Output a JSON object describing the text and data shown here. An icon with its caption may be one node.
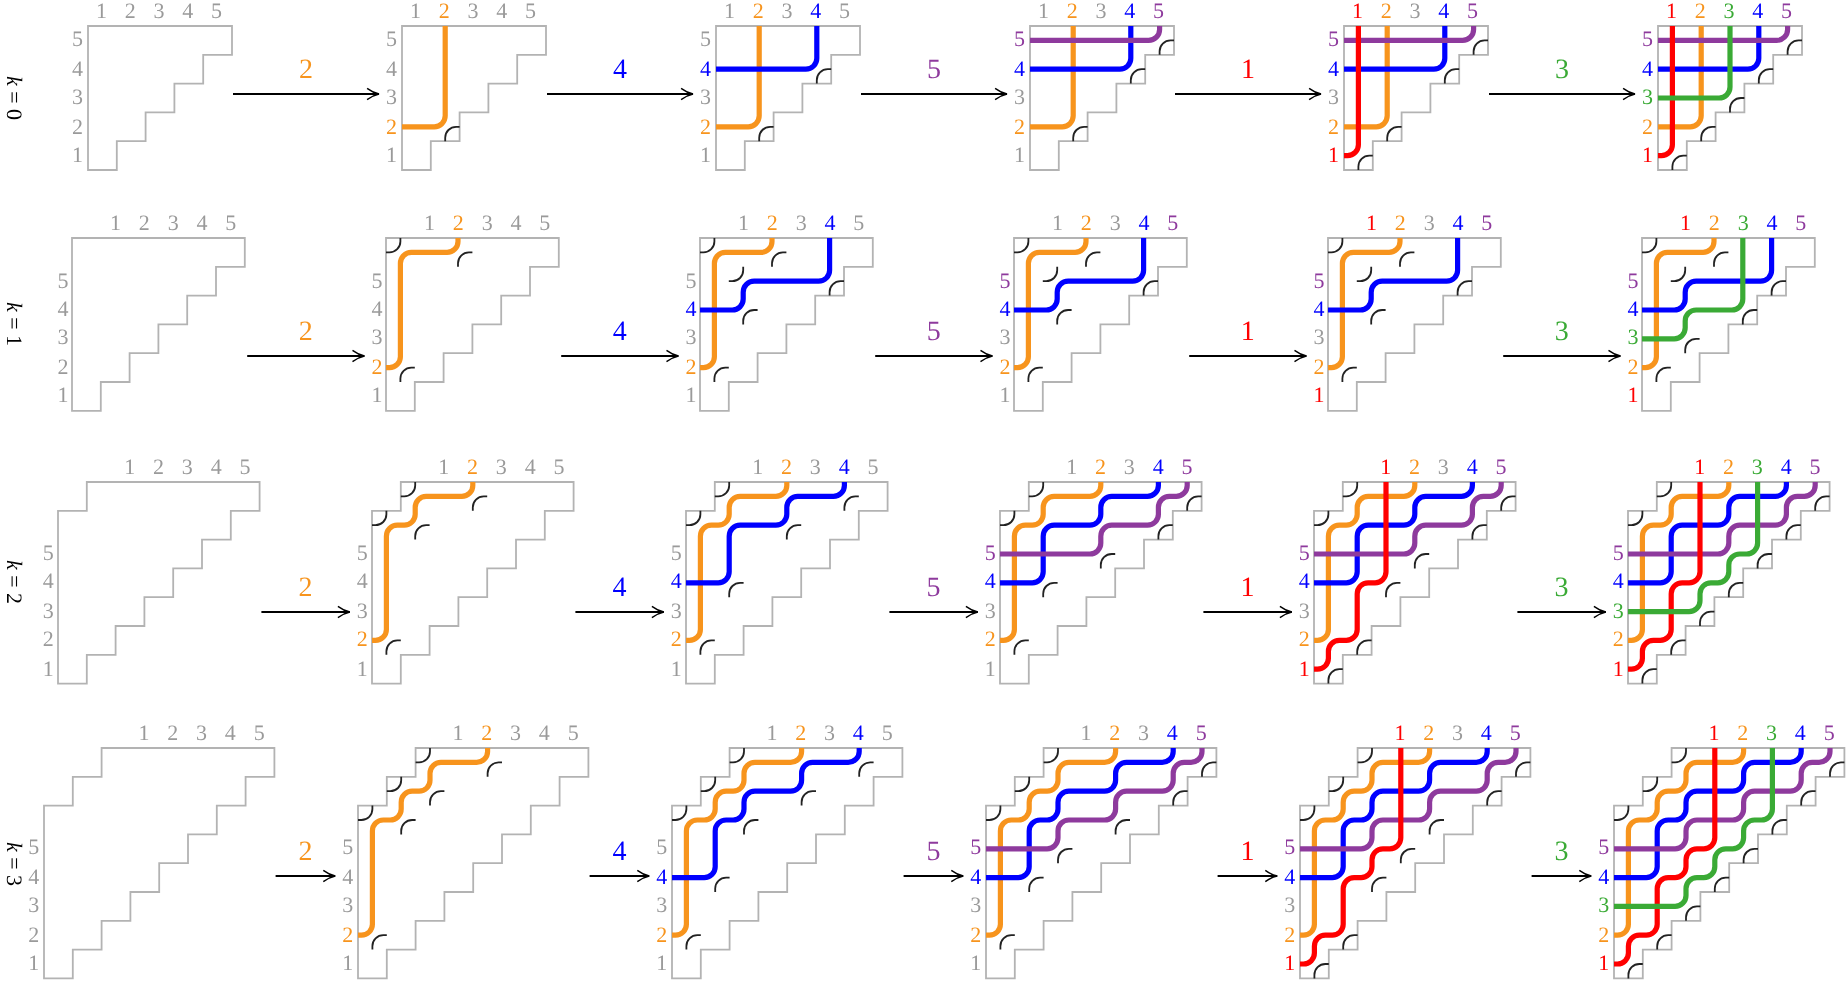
{
  "diagram": {
    "nodes": [
      {
        "text": [
          "1",
          "2",
          "3",
          "4",
          "5",
          "5",
          "4",
          "3",
          "2",
          "1"
        ]
      },
      {
        "text": [
          "1",
          "2",
          "3",
          "4",
          "5",
          "5",
          "4",
          "3",
          "2",
          "1"
        ]
      },
      {
        "text": [
          "1",
          "2",
          "3",
          "4",
          "5",
          "5",
          "4",
          "3",
          "2",
          "1"
        ]
      },
      {
        "text": [
          "1",
          "2",
          "3",
          "4",
          "5",
          "5",
          "4",
          "3",
          "2",
          "1"
        ]
      },
      {
        "text": [
          "1",
          "2",
          "3",
          "4",
          "5",
          "5",
          "4",
          "3",
          "2",
          "1"
        ]
      },
      {
        "text": [
          "1",
          "2",
          "3",
          "4",
          "5",
          "5",
          "4",
          "3",
          "2",
          "1"
        ]
      },
      {
        "text": [
          "1",
          "2",
          "3",
          "4",
          "5",
          "5",
          "4",
          "3",
          "2",
          "1"
        ]
      },
      {
        "text": [
          "1",
          "2",
          "3",
          "4",
          "5",
          "5",
          "4",
          "3",
          "2",
          "1"
        ]
      },
      {
        "text": [
          "1",
          "2",
          "3",
          "4",
          "5",
          "5",
          "4",
          "3",
          "2",
          "1"
        ]
      },
      {
        "text": [
          "1",
          "2",
          "3",
          "4",
          "5",
          "5",
          "4",
          "3",
          "2",
          "1"
        ]
      },
      {
        "text": [
          "1",
          "2",
          "3",
          "4",
          "5",
          "5",
          "4",
          "3",
          "2",
          "1"
        ]
      },
      {
        "text": [
          "1",
          "2",
          "3",
          "4",
          "5",
          "5",
          "4",
          "3",
          "2",
          "1"
        ]
      },
      {
        "text": [
          "1",
          "2",
          "3",
          "4",
          "5",
          "5",
          "4",
          "3",
          "2",
          "1"
        ]
      },
      {
        "text": [
          "1",
          "2",
          "3",
          "4",
          "5",
          "5",
          "4",
          "3",
          "2",
          "1"
        ]
      },
      {
        "text": [
          "1",
          "2",
          "3",
          "4",
          "5",
          "5",
          "4",
          "3",
          "2",
          "1"
        ]
      },
      {
        "text": [
          "1",
          "2",
          "3",
          "4",
          "5",
          "5",
          "4",
          "3",
          "2",
          "1"
        ]
      },
      {
        "text": [
          "1",
          "2",
          "3",
          "4",
          "5",
          "5",
          "4",
          "3",
          "2",
          "1"
        ]
      },
      {
        "text": [
          "1",
          "2",
          "3",
          "4",
          "5",
          "5",
          "4",
          "3",
          "2",
          "1"
        ]
      },
      {
        "text": [
          "1",
          "2",
          "3",
          "4",
          "5",
          "5",
          "4",
          "3",
          "2",
          "1"
        ]
      },
      {
        "text": [
          "1",
          "2",
          "3",
          "4",
          "5",
          "5",
          "4",
          "3",
          "2",
          "1"
        ]
      },
      {
        "text": [
          "1",
          "2",
          "3",
          "4",
          "5",
          "5",
          "4",
          "3",
          "2",
          "1"
        ]
      },
      {
        "text": [
          "1",
          "2",
          "3",
          "4",
          "5",
          "5",
          "4",
          "3",
          "2",
          "1"
        ]
      },
      {
        "text": [
          "1",
          "2",
          "3",
          "4",
          "5",
          "5",
          "4",
          "3",
          "2",
          "1"
        ]
      },
      {
        "text": [
          "1",
          "2",
          "3",
          "4",
          "5",
          "5",
          "4",
          "3",
          "2",
          "1"
        ]
      }
    ],
    "edges": [
      {
        "from": 0,
        "to": 1,
        "arrow": "to",
        "label": "2"
      },
      {
        "from": 1,
        "to": 2,
        "arrow": "to",
        "label": "4"
      },
      {
        "from": 2,
        "to": 3,
        "arrow": "to",
        "label": "5"
      },
      {
        "from": 3,
        "to": 4,
        "arrow": "to",
        "label": "1"
      },
      {
        "from": 4,
        "to": 5,
        "arrow": "to",
        "label": "3"
      },
      {
        "from": 6,
        "to": 7,
        "arrow": "to",
        "label": "2"
      },
      {
        "from": 7,
        "to": 8,
        "arrow": "to",
        "label": "4"
      },
      {
        "from": 8,
        "to": 9,
        "arrow": "to",
        "label": "5"
      },
      {
        "from": 9,
        "to": 10,
        "arrow": "to",
        "label": "1"
      },
      {
        "from": 10,
        "to": 11,
        "arrow": "to",
        "label": "3"
      },
      {
        "from": 12,
        "to": 13,
        "arrow": "to",
        "label": "2"
      },
      {
        "from": 13,
        "to": 14,
        "arrow": "to",
        "label": "4"
      },
      {
        "from": 14,
        "to": 15,
        "arrow": "to",
        "label": "5"
      },
      {
        "from": 15,
        "to": 16,
        "arrow": "to",
        "label": "1"
      },
      {
        "from": 16,
        "to": 17,
        "arrow": "to",
        "label": "3"
      },
      {
        "from": 18,
        "to": 19,
        "arrow": "to",
        "label": "2"
      },
      {
        "from": 19,
        "to": 20,
        "arrow": "to",
        "label": "4"
      },
      {
        "from": 20,
        "to": 21,
        "arrow": "to",
        "label": "5"
      },
      {
        "from": 21,
        "to": 22,
        "arrow": "to",
        "label": "1"
      },
      {
        "from": 22,
        "to": 23,
        "arrow": "to",
        "label": "3"
      }
    ],
    "labels": [
      "*k* = 0",
      "*k* = 1",
      "*k* = 2",
      "*k* = 3"
    ]
  }
}
